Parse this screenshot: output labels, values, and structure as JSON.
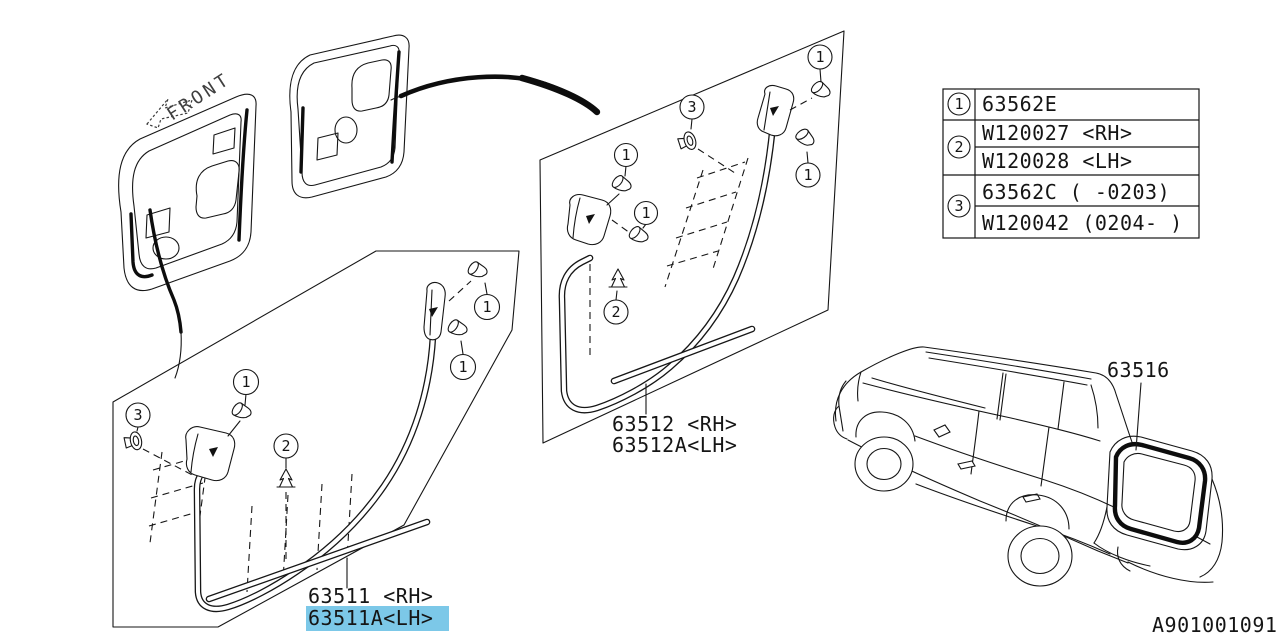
{
  "diagram": {
    "front_label": "FRONT",
    "doc_number": "A901001091",
    "highlight_color": "#7cc8e8"
  },
  "callouts": {
    "one": "1",
    "two": "2",
    "three": "3"
  },
  "parts": {
    "front_door_run": {
      "rh": "63511  <RH>",
      "lh": "63511A<LH>"
    },
    "rear_door_run": {
      "rh": "63512  <RH>",
      "lh": "63512A<LH>"
    },
    "rear_gate_seal": {
      "label": "63516"
    }
  },
  "table": {
    "rows": [
      {
        "ref": "1",
        "lines": [
          "63562E"
        ]
      },
      {
        "ref": "2",
        "lines": [
          "W120027 <RH>",
          "W120028 <LH>"
        ]
      },
      {
        "ref": "3",
        "lines": [
          "63562C ( -0203)",
          "W120042 (0204- )"
        ]
      }
    ]
  }
}
